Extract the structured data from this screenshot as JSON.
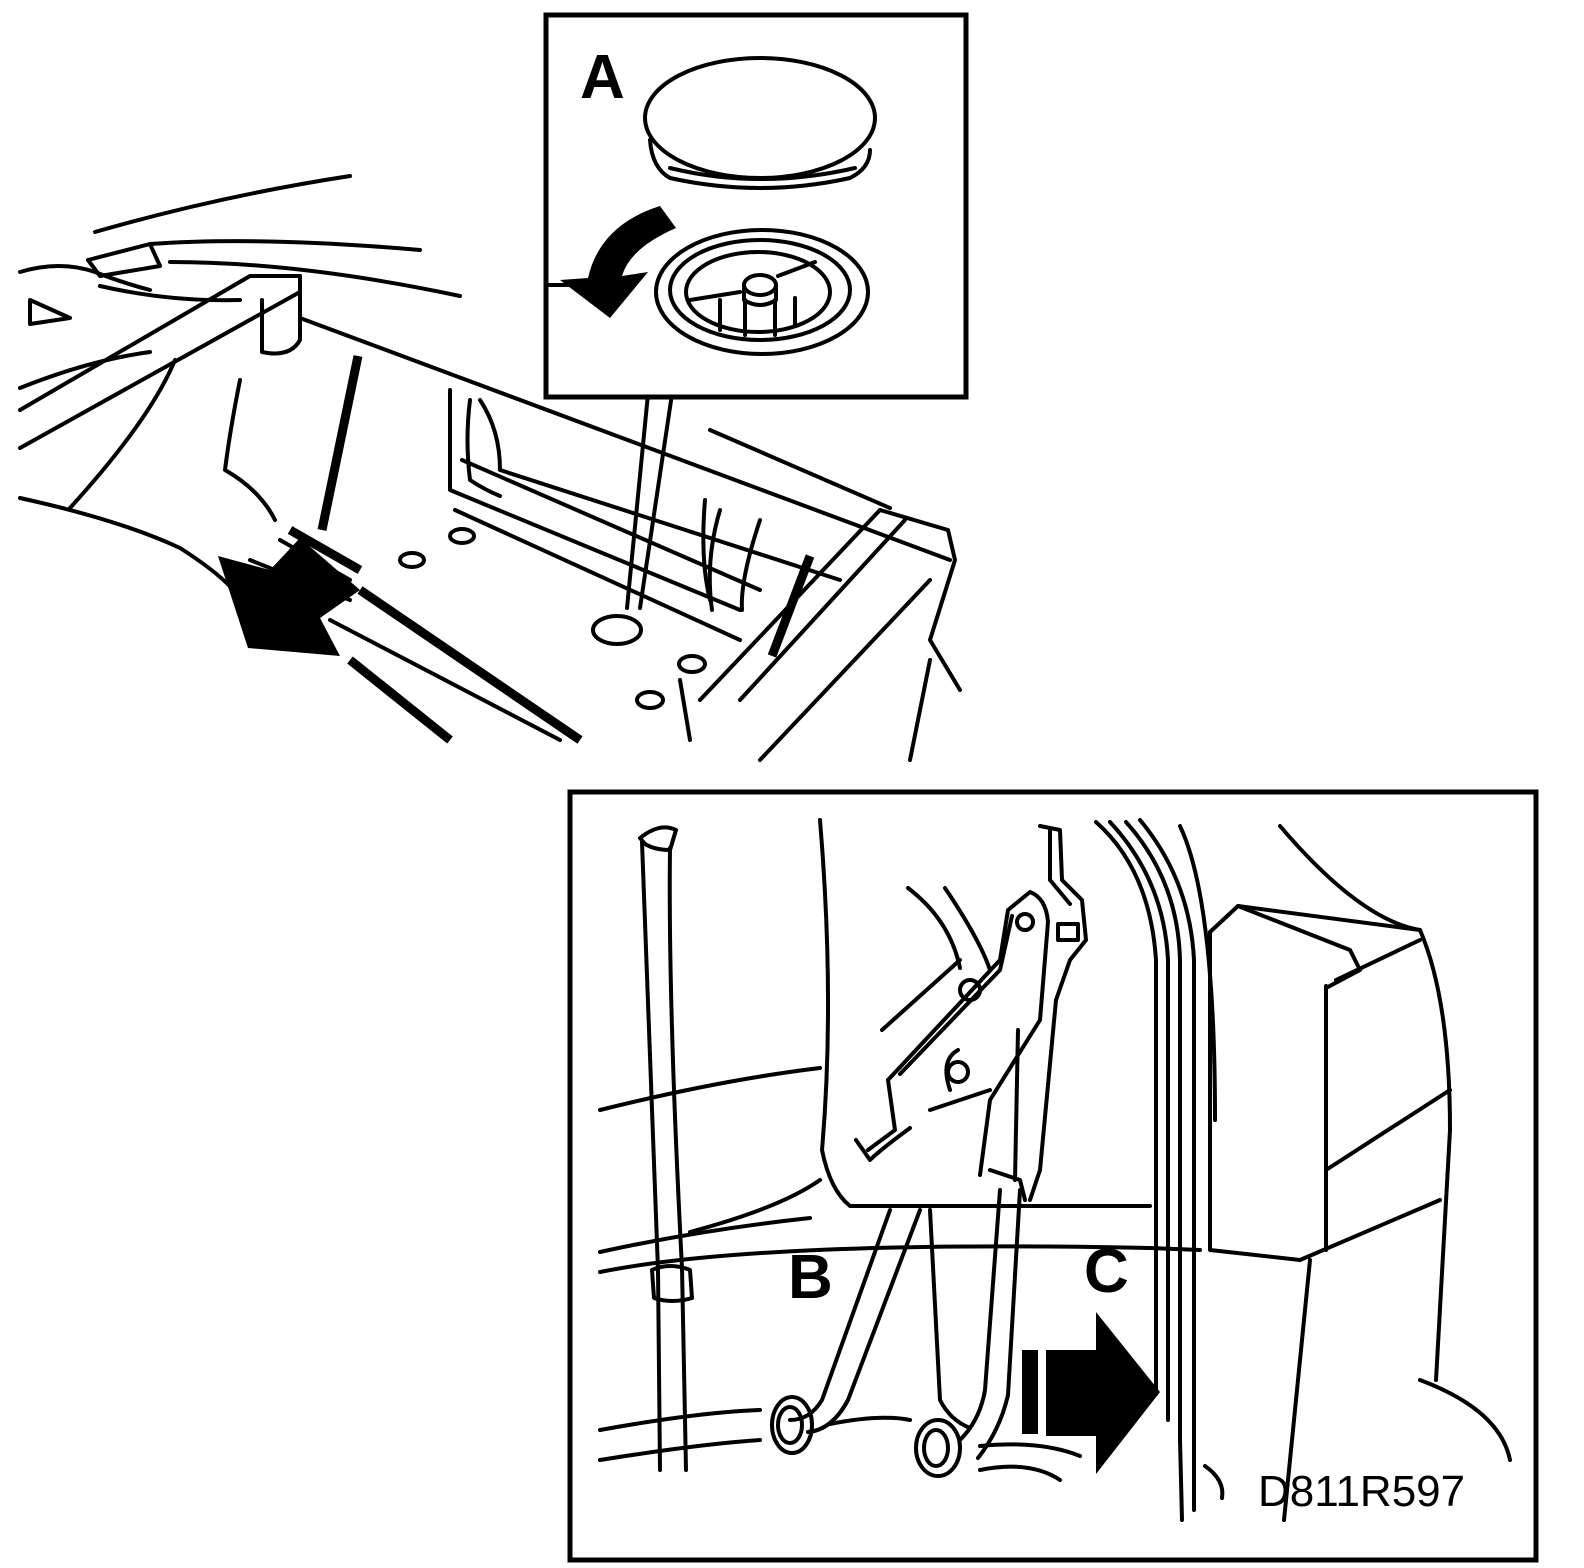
{
  "labels": {
    "a": "A",
    "b": "B",
    "c": "C"
  },
  "figure_code": "D811R597",
  "icons": [
    "rotate-arrow-icon",
    "direction-arrow-icon",
    "push-arrow-icon"
  ],
  "colors": {
    "ink": "#000000",
    "paper": "#ffffff"
  }
}
